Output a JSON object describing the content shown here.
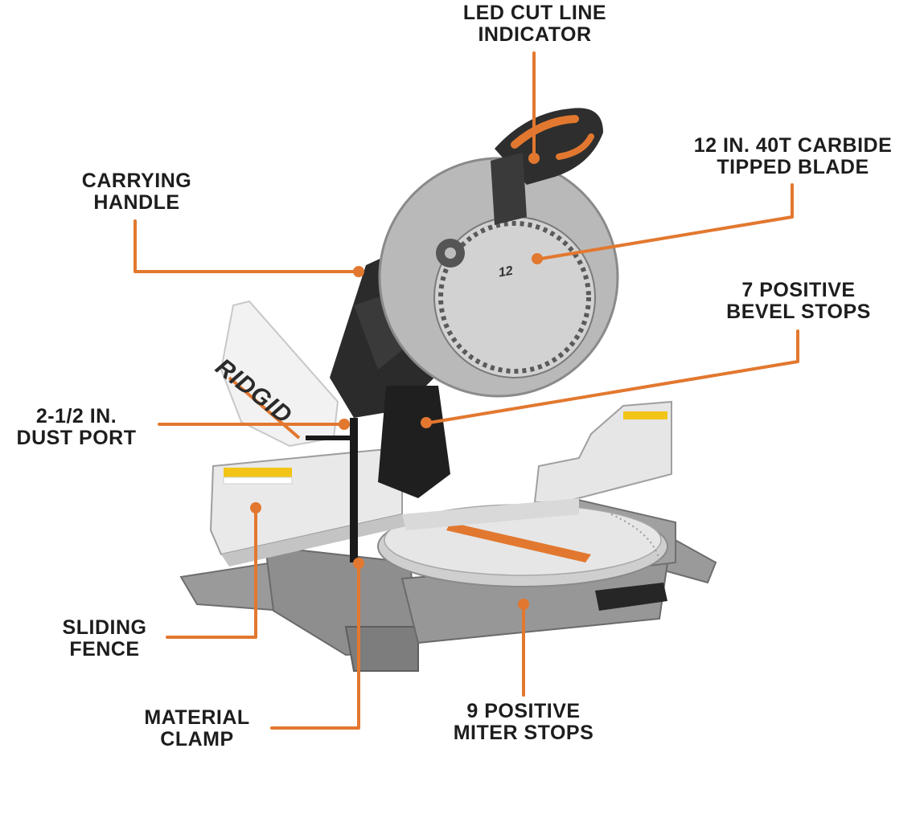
{
  "product": {
    "blade_logo": "RIDGID",
    "dust_bag_logo": "RIDGID",
    "blade_size_mark": "12"
  },
  "callouts": {
    "led": {
      "line1": "LED CUT LINE",
      "line2": "INDICATOR"
    },
    "blade": {
      "line1": "12 IN. 40T CARBIDE",
      "line2": "TIPPED BLADE"
    },
    "handle": {
      "line1": "CARRYING",
      "line2": "HANDLE"
    },
    "bevel": {
      "line1": "7 POSITIVE",
      "line2": "BEVEL STOPS"
    },
    "dust": {
      "line1": "2-1/2 IN.",
      "line2": "DUST PORT"
    },
    "fence": {
      "line1": "SLIDING",
      "line2": "FENCE"
    },
    "clamp": {
      "line1": "MATERIAL",
      "line2": "CLAMP"
    },
    "miter": {
      "line1": "9 POSITIVE",
      "line2": "MITER STOPS"
    }
  },
  "colors": {
    "accent": "#e2782f",
    "text": "#1d1d1d",
    "saw_body": "#8d8d8d",
    "saw_dark": "#2a2a2a",
    "table_light": "#e3e3e3"
  }
}
